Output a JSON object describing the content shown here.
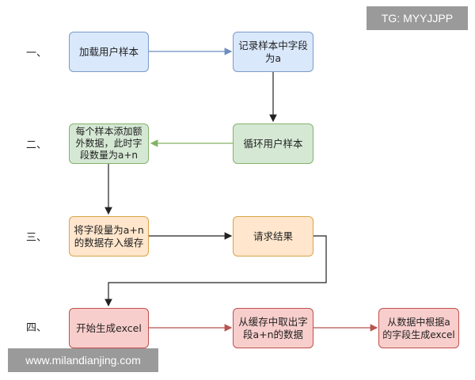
{
  "steps": {
    "one": "一、",
    "two": "二、",
    "three": "三、",
    "four": "四、"
  },
  "nodes": {
    "load_samples": "加载用户样本",
    "record_field": "记录样本中字段\n为a",
    "loop_samples": "循环用户样本",
    "add_data": "每个样本添加额\n外数据，此时字\n段数量为a+n",
    "store_cache": "将字段量为a+n\n的数据存入缓存",
    "request_result": "请求结果",
    "start_excel": "开始生成excel",
    "fetch_cache": "从缓存中取出字\n段a+n的数据",
    "generate_excel": "从数据中根据a\n的字段生成excel"
  },
  "watermarks": {
    "tg": "TG: MYYJJPP",
    "url": "www.milandianjing.com"
  },
  "colors": {
    "blue_fill": "#dae8fc",
    "blue_edge": "#7a9cc6",
    "green_fill": "#d5e8d4",
    "green_edge": "#84b36a",
    "yellow_fill": "#ffe6cc",
    "yellow_edge": "#d9a64a",
    "red_fill": "#f8cecc",
    "red_edge": "#c0504d",
    "arrow_dark": "#222222"
  }
}
